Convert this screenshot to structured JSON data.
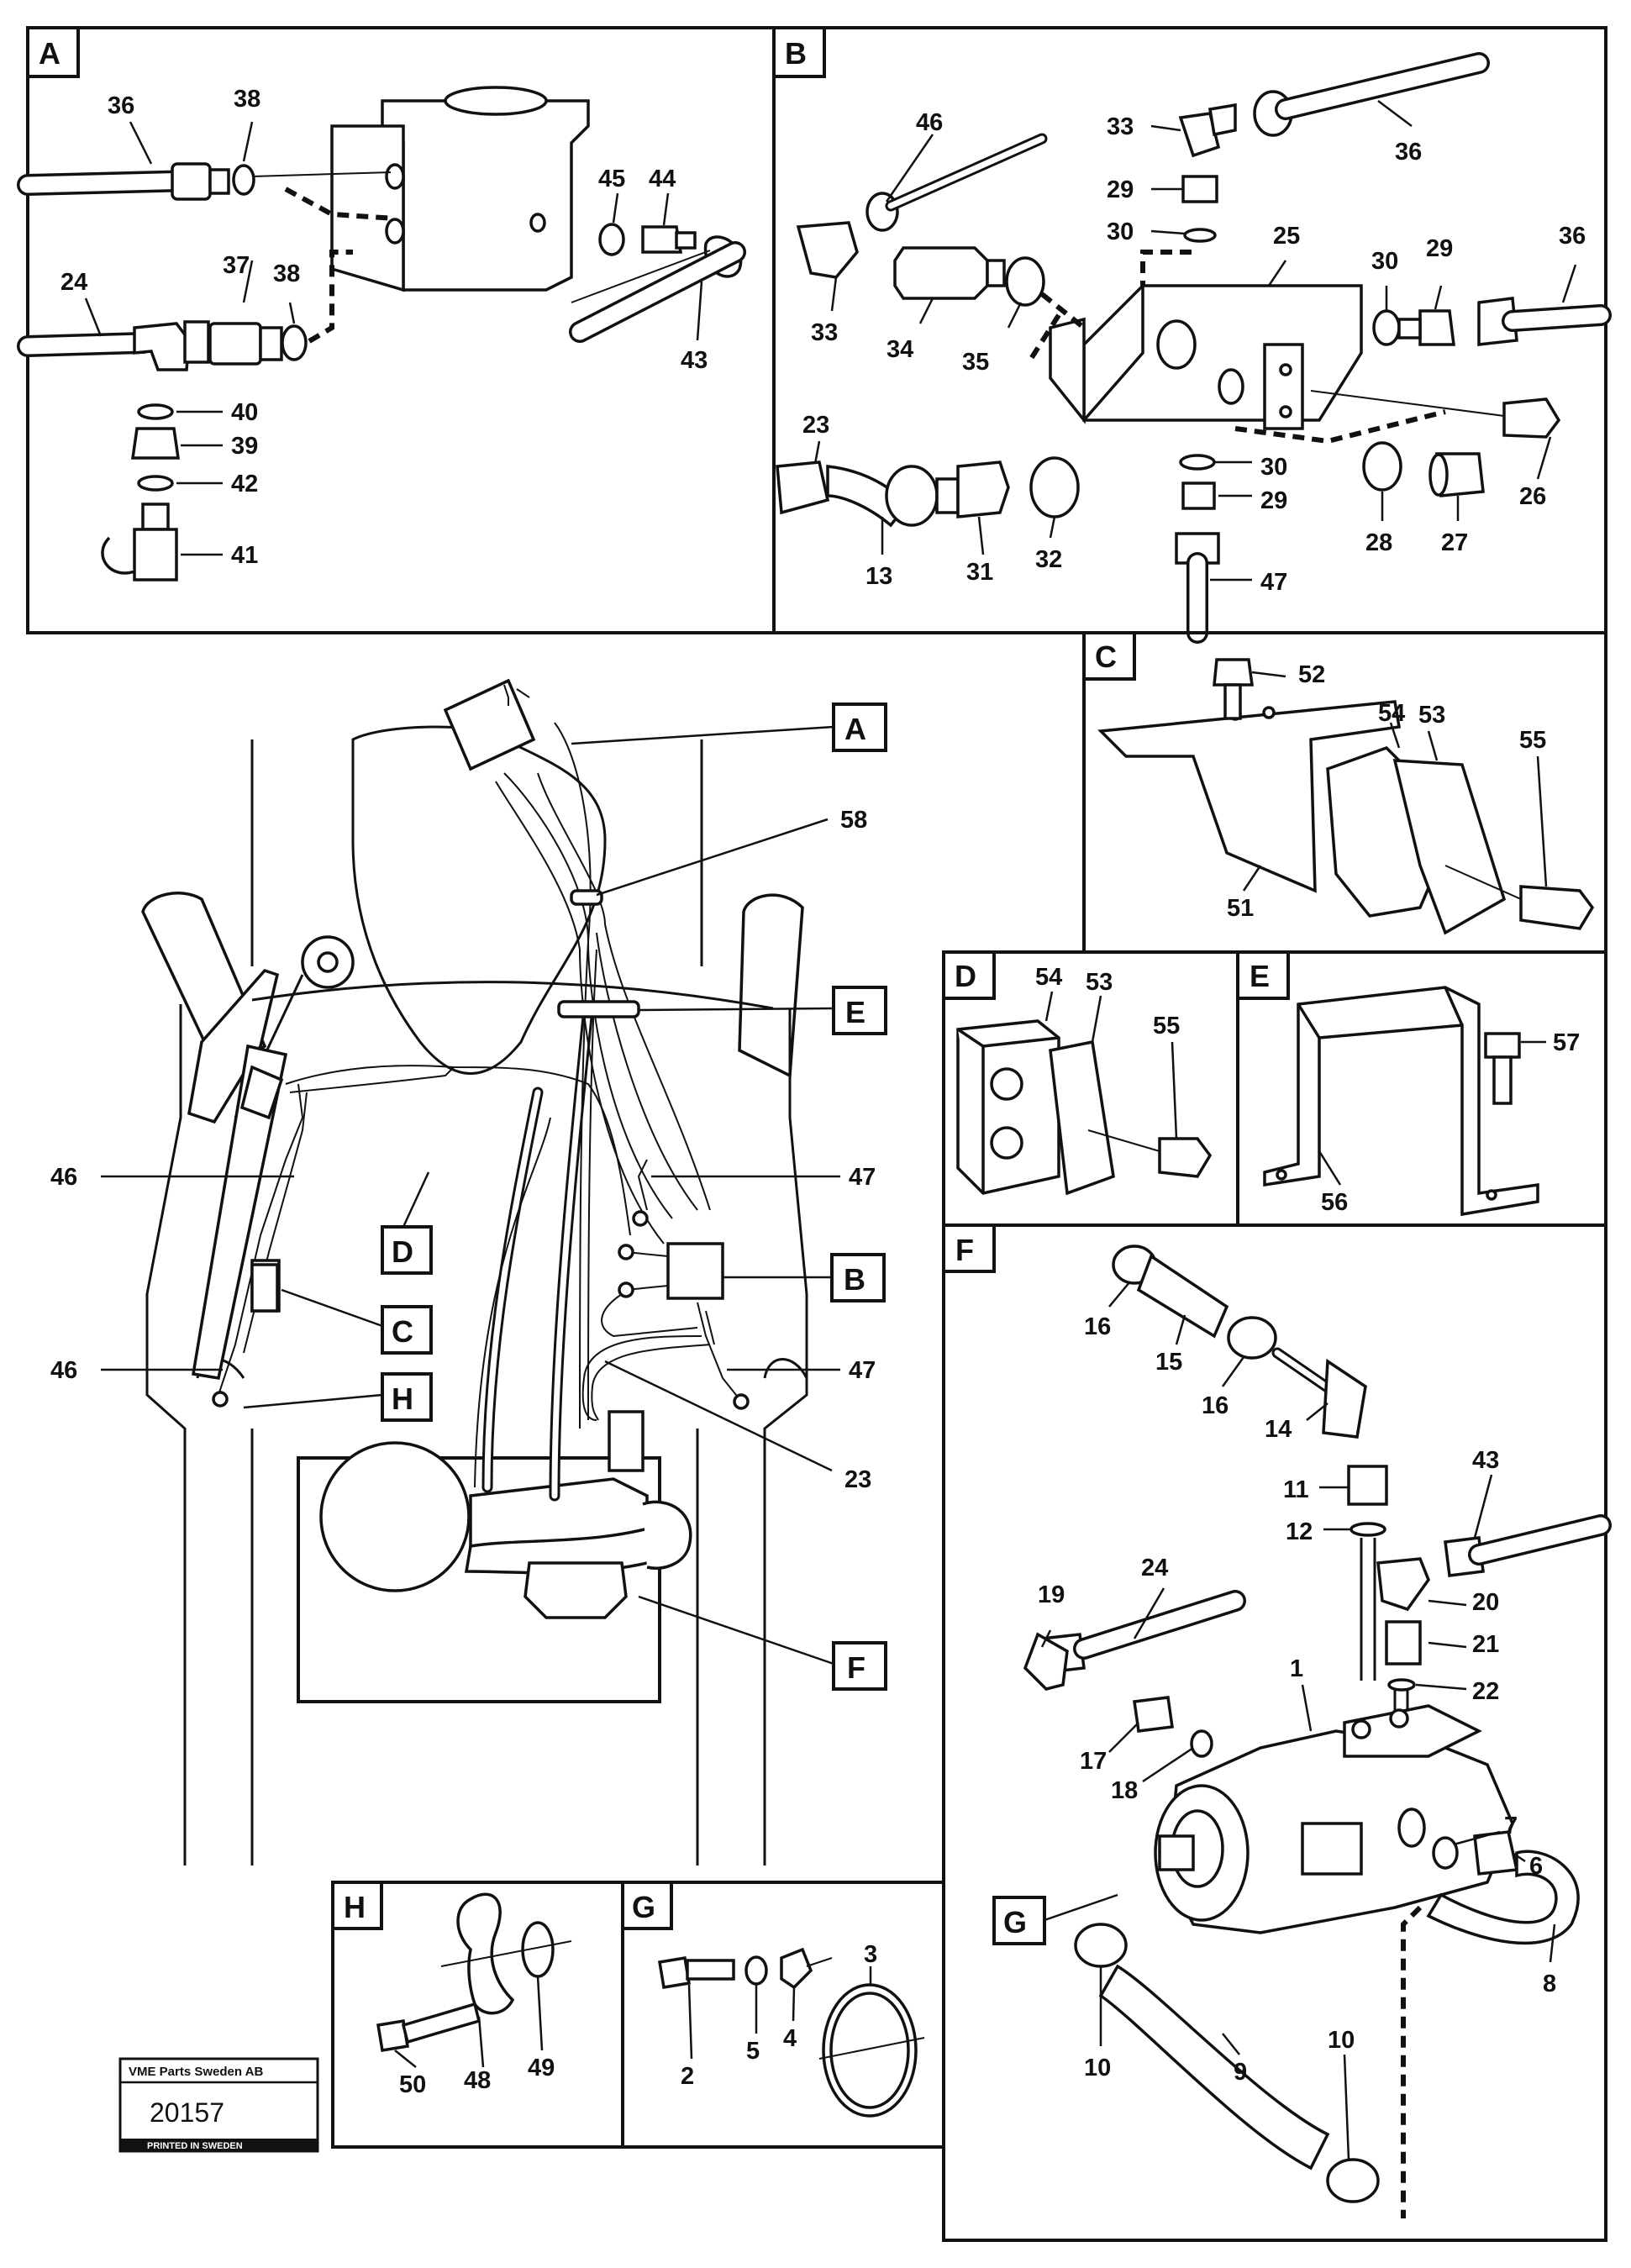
{
  "panels": {
    "A": {
      "label": "A",
      "parts": [
        "36",
        "38",
        "45",
        "44",
        "24",
        "37",
        "38",
        "40",
        "39",
        "42",
        "41",
        "43"
      ]
    },
    "B": {
      "label": "B",
      "parts": [
        "46",
        "33",
        "29",
        "30",
        "36",
        "25",
        "30",
        "29",
        "36",
        "33",
        "34",
        "35",
        "26",
        "23",
        "30",
        "29",
        "28",
        "27",
        "13",
        "31",
        "32",
        "47"
      ]
    },
    "C": {
      "label": "C",
      "parts": [
        "52",
        "54",
        "53",
        "55",
        "51"
      ]
    },
    "D": {
      "label": "D",
      "parts": [
        "54",
        "53",
        "55"
      ]
    },
    "E": {
      "label": "E",
      "parts": [
        "57",
        "56"
      ]
    },
    "F": {
      "label": "F",
      "parts": [
        "16",
        "15",
        "16",
        "14",
        "11",
        "43",
        "12",
        "24",
        "19",
        "20",
        "21",
        "22",
        "1",
        "17",
        "18",
        "7",
        "6",
        "8",
        "9",
        "10",
        "10"
      ]
    },
    "G": {
      "label": "G",
      "parts": [
        "2",
        "3",
        "5",
        "4"
      ]
    },
    "H": {
      "label": "H",
      "parts": [
        "49",
        "50",
        "48"
      ]
    }
  },
  "overview": {
    "callouts": [
      "A",
      "58",
      "E",
      "46",
      "47",
      "D",
      "B",
      "C",
      "46",
      "47",
      "H",
      "23",
      "F"
    ],
    "detail_ref_G": "G"
  },
  "stamp": {
    "company": "VME Parts Sweden AB",
    "number": "20157",
    "printed": "PRINTED IN SWEDEN"
  }
}
